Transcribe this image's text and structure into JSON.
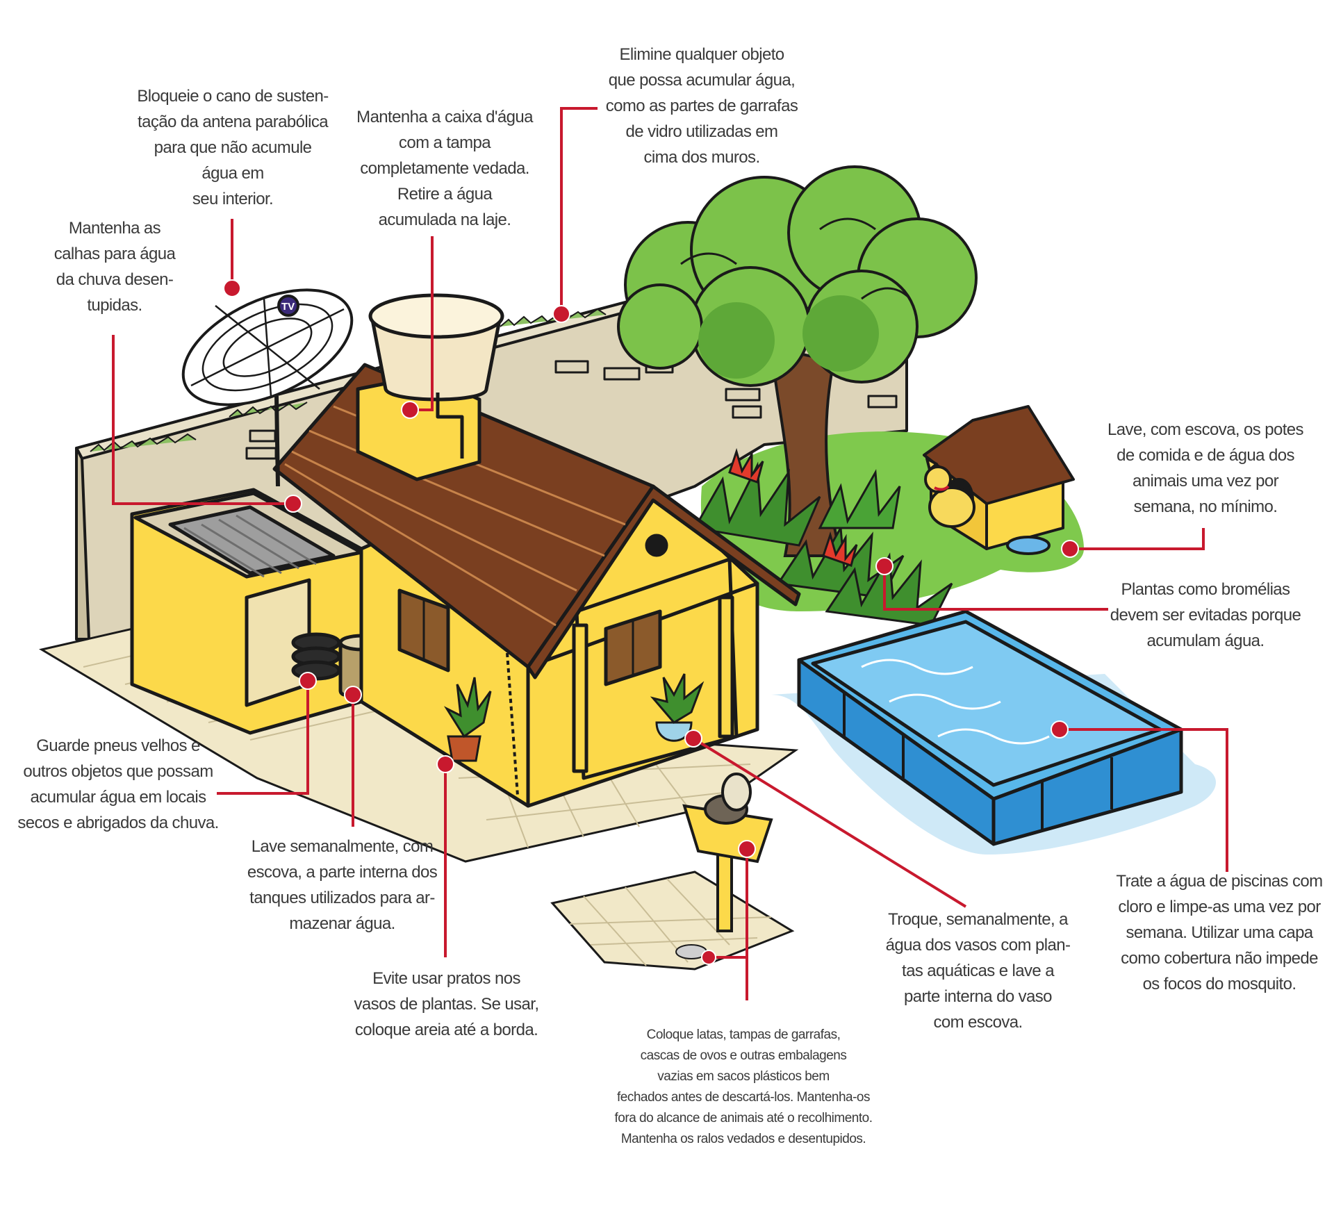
{
  "colors": {
    "leader_line": "#c8192e",
    "outline": "#1a1a1a",
    "wall": "#ddd4b9",
    "house_yellow": "#fcd94a",
    "roof_brown": "#7a3f20",
    "tree_green": "#7cc24a",
    "grass": "#7fc94d",
    "pool_water": "#58b7ea",
    "pool_frame": "#2f8fd2",
    "floor_tile": "#f1e8c8",
    "text": "#3a3a3a"
  },
  "icons": {
    "satellite_dish": "satellite-dish-icon",
    "water_tank": "water-tank-icon",
    "tree": "tree-icon",
    "dog_house": "dog-house-icon",
    "pool": "swimming-pool-icon",
    "trash_bin": "trash-bin-icon",
    "drain": "floor-drain-icon"
  },
  "dish_label": "TV",
  "callouts": {
    "antenna": [
      "Bloqueie o cano de susten-",
      "tação da antena parabólica",
      "para que não acumule",
      "água em",
      "seu interior."
    ],
    "gutters": [
      "Mantenha as",
      "calhas para água",
      "da chuva desen-",
      "tupidas."
    ],
    "water_tank": [
      "Mantenha a  caixa d'água",
      "com a tampa",
      "completamente vedada.",
      "Retire a água",
      "acumulada na laje."
    ],
    "wall_objects": [
      "Elimine qualquer objeto",
      "que possa acumular água,",
      "como as partes de garrafas",
      "de vidro utilizadas em",
      "cima dos muros."
    ],
    "pet_bowls": [
      "Lave, com escova, os potes",
      "de comida e de água dos",
      "animais uma vez por",
      "semana, no mínimo."
    ],
    "bromeliads": [
      "Plantas como bromélias",
      "devem ser evitadas porque",
      "acumulam água."
    ],
    "tires": [
      "Guarde pneus velhos e",
      "outros objetos que possam",
      "acumular água em locais",
      "secos e abrigados da chuva."
    ],
    "tanks": [
      "Lave semanalmente, com",
      "escova, a parte interna dos",
      "tanques utilizados para ar-",
      "mazenar água."
    ],
    "plant_dishes": [
      "Evite usar pratos nos",
      "vasos de plantas. Se usar,",
      "coloque areia até a borda."
    ],
    "aquatic_plants": [
      "Troque, semanalmente, a",
      "água  dos vasos com plan-",
      "tas aquáticas e lave a",
      "parte interna do vaso",
      "com escova."
    ],
    "pool": [
      "Trate a água de piscinas com",
      "cloro e limpe-as uma vez por",
      "semana. Utilizar uma capa",
      "como cobertura não impede",
      "os focos do mosquito."
    ],
    "trash": [
      "Coloque latas, tampas de garrafas,",
      "cascas de ovos e outras embalagens",
      "vazias em sacos plásticos bem",
      "fechados antes de descartá-los. Mantenha-os",
      "fora do alcance de animais até o recolhimento.",
      "Mantenha os ralos vedados e desentupidos."
    ]
  }
}
